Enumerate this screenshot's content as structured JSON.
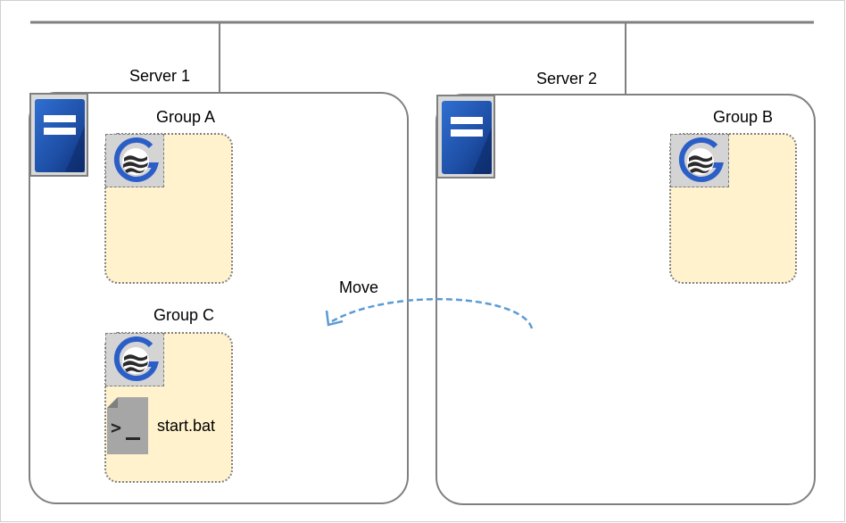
{
  "servers": [
    {
      "name": "Server 1"
    },
    {
      "name": "Server 2"
    }
  ],
  "groups": [
    {
      "name": "Group A"
    },
    {
      "name": "Group B"
    },
    {
      "name": "Group C"
    }
  ],
  "script_file": {
    "name": "start.bat",
    "icon": "terminal-script-icon"
  },
  "move_label": "Move",
  "icons": {
    "server": "server-icon",
    "cluster": "cluster-logo-icon"
  },
  "colors": {
    "group_fill": "#fff2cc",
    "move_arrow": "#5b9bd5",
    "server_blue": "#1f4e9b",
    "frame_gray": "#808080"
  }
}
